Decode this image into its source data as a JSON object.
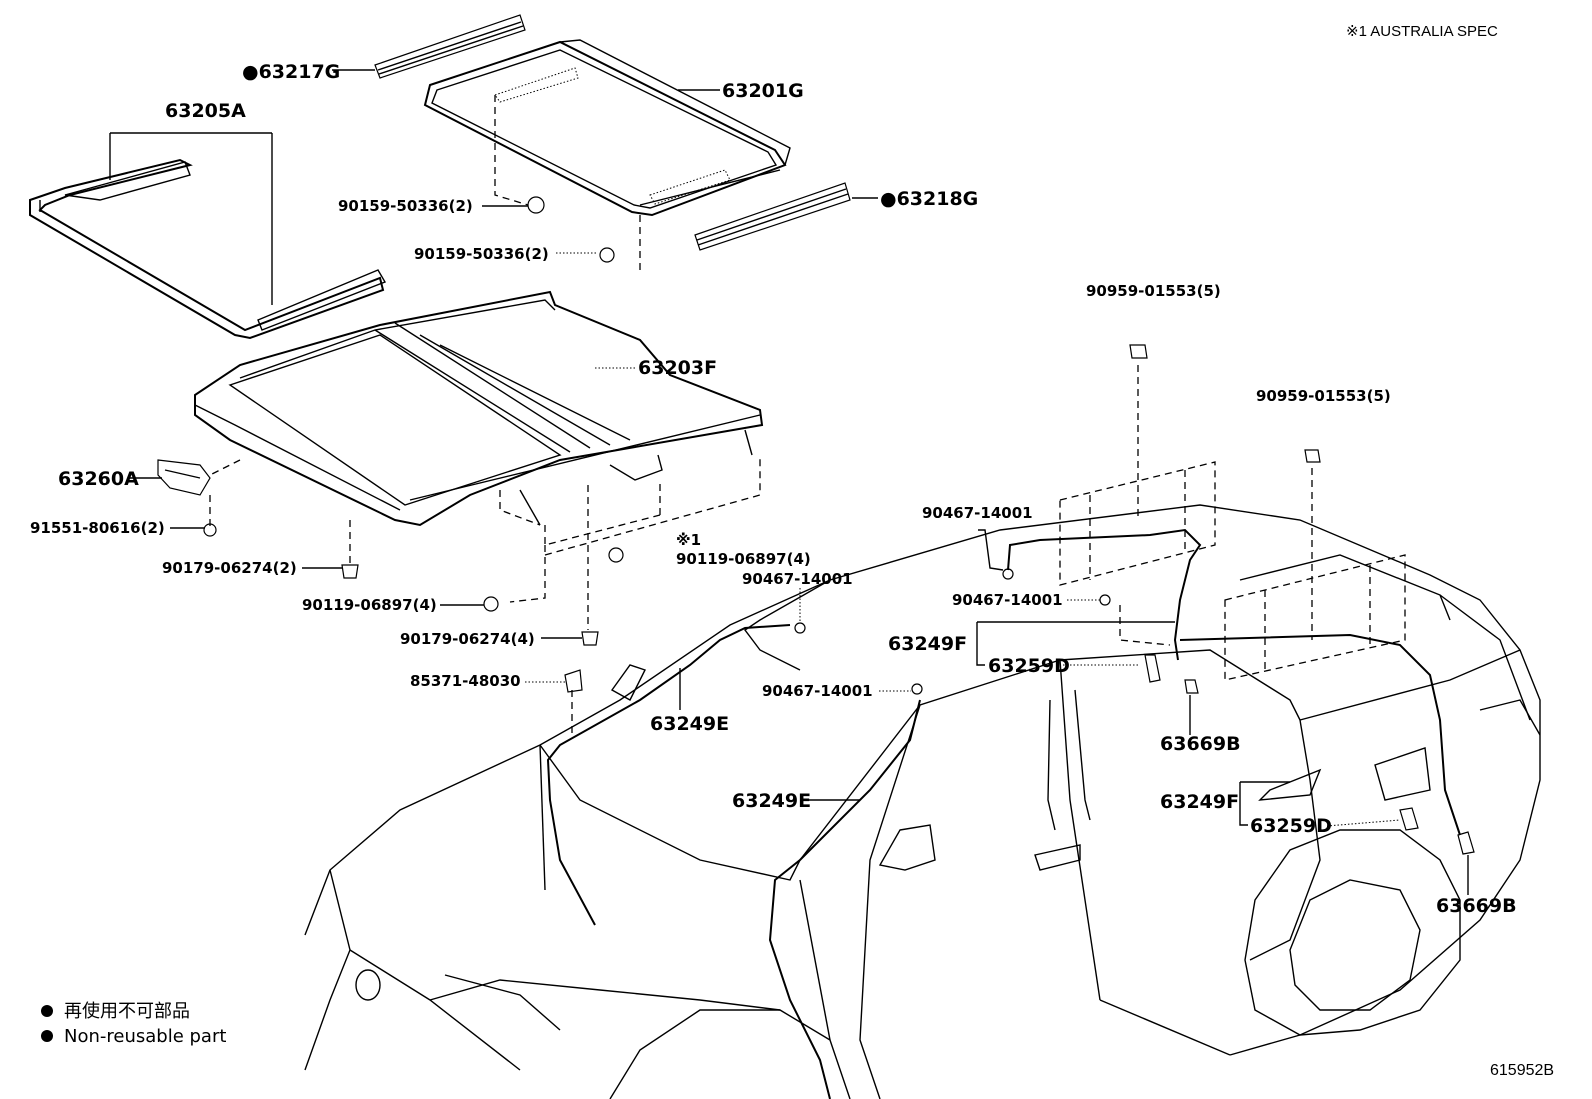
{
  "header": {
    "note": "※1 AUSTRALIA SPEC"
  },
  "footer": {
    "code": "615952B"
  },
  "legend": {
    "line1": "再使用不可部品",
    "line2": "Non-reusable part"
  },
  "labels": {
    "l63217G": "●63217G",
    "l63201G": "63201G",
    "l63205A": "63205A",
    "l63218G": "●63218G",
    "l90159a": "90159-50336(2)",
    "l90159b": "90159-50336(2)",
    "l63203F": "63203F",
    "l63260A": "63260A",
    "l91551": "91551-80616(2)",
    "l90179a": "90179-06274(2)",
    "l90119a": "90119-06897(4)",
    "l90119b": "90119-06897(4)",
    "l90179b": "90179-06274(4)",
    "l85371": "85371-48030",
    "l63249Ea": "63249E",
    "l63249Eb": "63249E",
    "l90467a": "90467-14001",
    "l90467b": "90467-14001",
    "l90467c": "90467-14001",
    "l90467d": "90467-14001",
    "l90959a": "90959-01553(5)",
    "l90959b": "90959-01553(5)",
    "l63249Fa": "63249F",
    "l63259Da": "63259D",
    "l63669Ba": "63669B",
    "l63249Fb": "63249F",
    "l63259Db": "63259D",
    "l63669Bb": "63669B",
    "note1": "※1"
  }
}
